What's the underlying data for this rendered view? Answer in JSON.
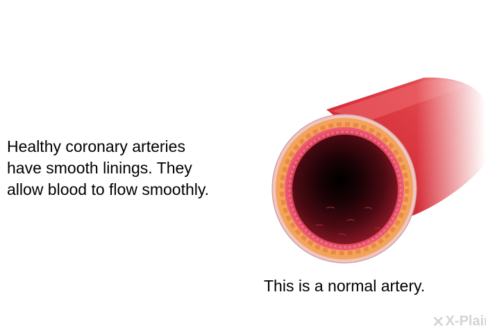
{
  "main_text": {
    "lines": [
      "Healthy coronary arteries",
      "have smooth linings. They",
      "allow blood to flow smoothly."
    ]
  },
  "artery_caption": "This is a normal artery.",
  "watermark": {
    "text": "X-Plain"
  },
  "colors": {
    "vessel_outer": "#d62a36",
    "vessel_highlight": "#ef5a5f",
    "adventitia": "#f0c9c6",
    "media_layer": "#f2a860",
    "intima": "#e7405a",
    "lumen_center": "#000000",
    "lumen_edge": "#7a1420"
  }
}
